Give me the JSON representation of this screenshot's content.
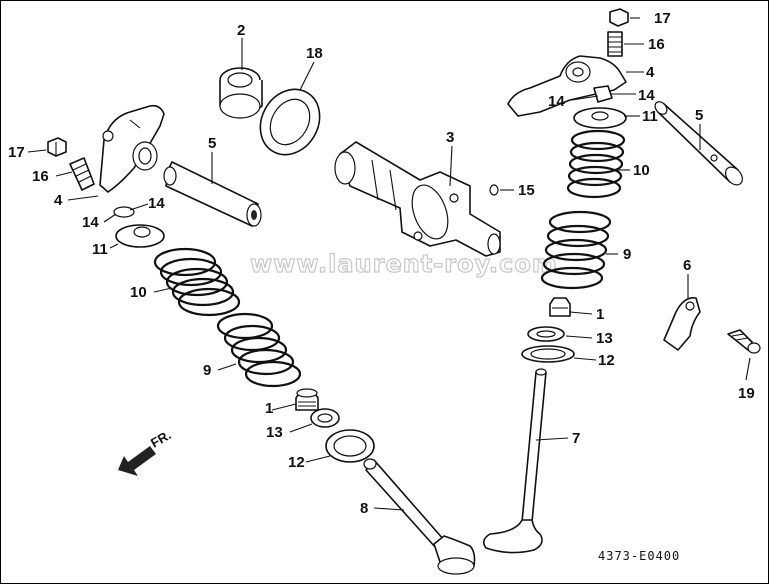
{
  "diagram": {
    "watermark": "www.laurent-roy.com",
    "drawing_code": "4373-E0400",
    "direction_label": "FR.",
    "callouts": [
      "1",
      "1",
      "2",
      "3",
      "4",
      "4",
      "5",
      "5",
      "6",
      "7",
      "8",
      "9",
      "9",
      "10",
      "10",
      "11",
      "11",
      "12",
      "12",
      "13",
      "13",
      "14",
      "14",
      "14",
      "14",
      "15",
      "16",
      "16",
      "17",
      "17",
      "18",
      "19"
    ]
  }
}
